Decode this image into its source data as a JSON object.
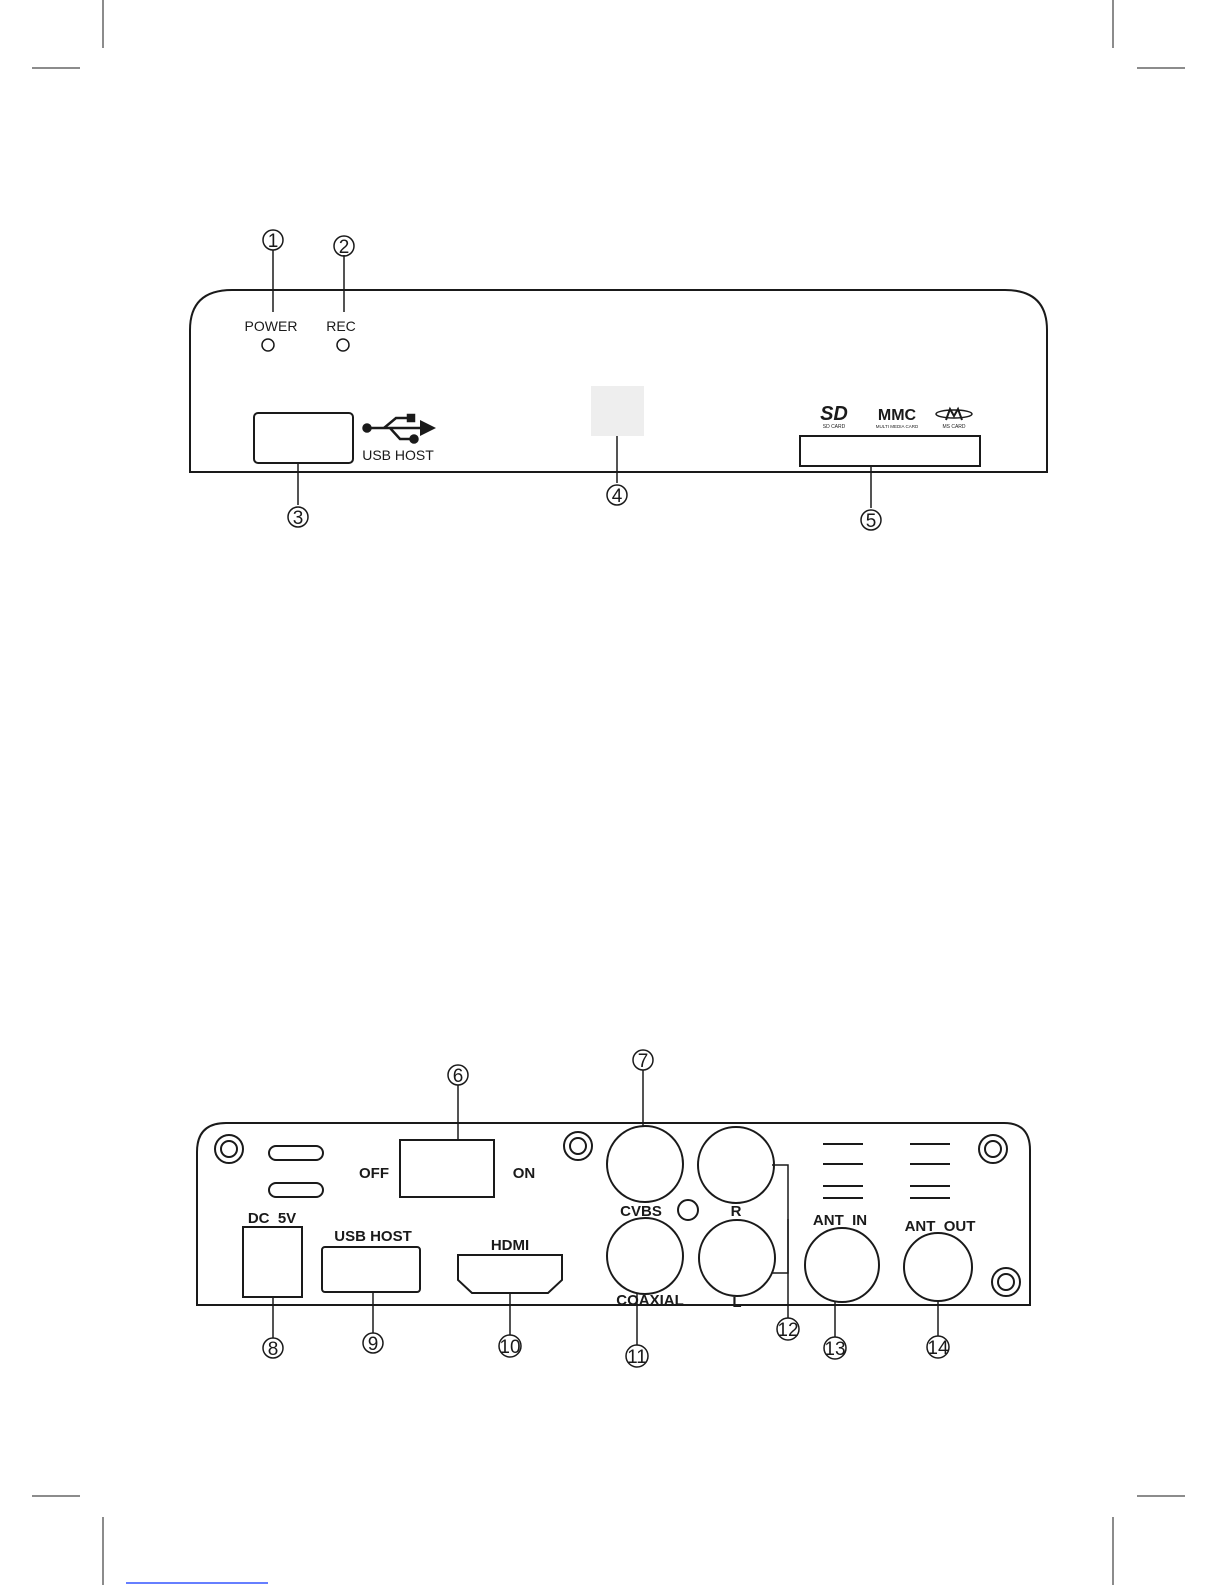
{
  "front_panel": {
    "labels": {
      "power": "POWER",
      "rec": "REC",
      "usb_host": "USB HOST",
      "sd_logo": "SD",
      "sd_caption": "SD CARD",
      "mmc_logo": "MMC",
      "mmc_caption": "MULTI MEDIA CARD",
      "ms_caption": "MS CARD"
    },
    "callouts": [
      "1",
      "2",
      "3",
      "4",
      "5"
    ]
  },
  "rear_panel": {
    "labels": {
      "off": "OFF",
      "on": "ON",
      "dc": "DC  5V",
      "usb_host": "USB HOST",
      "hdmi": "HDMI",
      "cvbs": "CVBS",
      "coaxial": "COAXIAL",
      "r": "R",
      "l": "L",
      "ant_in": "ANT  IN",
      "ant_out": "ANT  OUT"
    },
    "callouts": [
      "6",
      "7",
      "8",
      "9",
      "10",
      "11",
      "12",
      "13",
      "14"
    ]
  },
  "colors": {
    "line": "#1a1a1a",
    "ir_window": "#eeeeee",
    "page_link": "#3355ff"
  }
}
